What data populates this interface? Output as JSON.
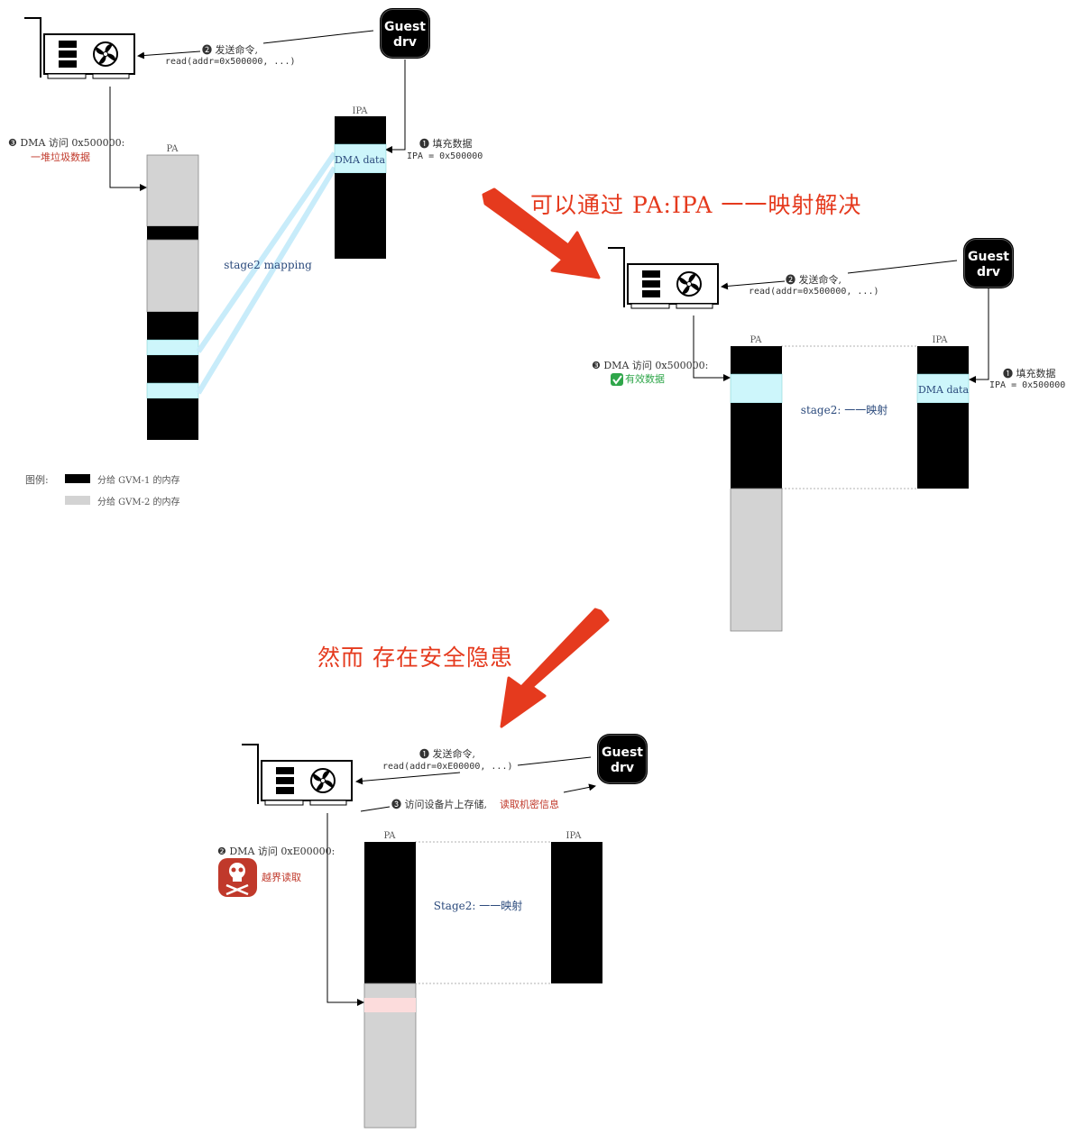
{
  "colors": {
    "gvm1": "#000000",
    "gvm2": "#d3d3d3",
    "dma_data": "#cdf6fb",
    "mapping_line": "#c8ecfa",
    "red": "#e53a1e",
    "warn_text": "#c0392b",
    "ok_green": "#2fa64a",
    "leak_pink": "#fcdcdc",
    "caption_blue": "#2b4a7c"
  },
  "panel1": {
    "guest_drv": "Guest\ndrv",
    "step2_label": "❷ 发送命令,",
    "step2_cmd": "read(addr=0x500000, ...)",
    "step1_label": "❶ 填充数据",
    "step1_ipa": "IPA = 0x500000",
    "step3_label": "❸ DMA 访问 0x500000:",
    "step3_result": "一堆垃圾数据",
    "pa_label": "PA",
    "ipa_label": "IPA",
    "dma_data": "DMA data",
    "mapping_label": "stage2 mapping",
    "legend_title": "图例:",
    "legend_gvm1": "分给 GVM-1 的内存",
    "legend_gvm2": "分给 GVM-2 的内存"
  },
  "annotation1": "可以通过 PA:IPA 一一映射解决",
  "panel2": {
    "guest_drv": "Guest\ndrv",
    "step2_label": "❷ 发送命令,",
    "step2_cmd": "read(addr=0x500000, ...)",
    "step1_label": "❶ 填充数据",
    "step1_ipa": "IPA = 0x500000",
    "step3_label": "❸ DMA 访问 0x500000:",
    "step3_result": "有效数据",
    "pa_label": "PA",
    "ipa_label": "IPA",
    "dma_data": "DMA data",
    "mapping_label": "stage2: 一一映射"
  },
  "annotation2": "然而  存在安全隐患",
  "panel3": {
    "guest_drv": "Guest\ndrv",
    "step1_label": "❶ 发送命令,",
    "step1_cmd": "read(addr=0xE00000, ...)",
    "step2_label": "❷ DMA 访问 0xE00000:",
    "step2_result": "越界读取",
    "step3_label": "❸ 访问设备片上存储,",
    "step3_result": "读取机密信息",
    "pa_label": "PA",
    "ipa_label": "IPA",
    "mapping_label": "Stage2: 一一映射"
  },
  "icons": {
    "device_card": "pcie-card-icon",
    "check": "check-icon",
    "skull": "skull-crossbones-icon"
  }
}
